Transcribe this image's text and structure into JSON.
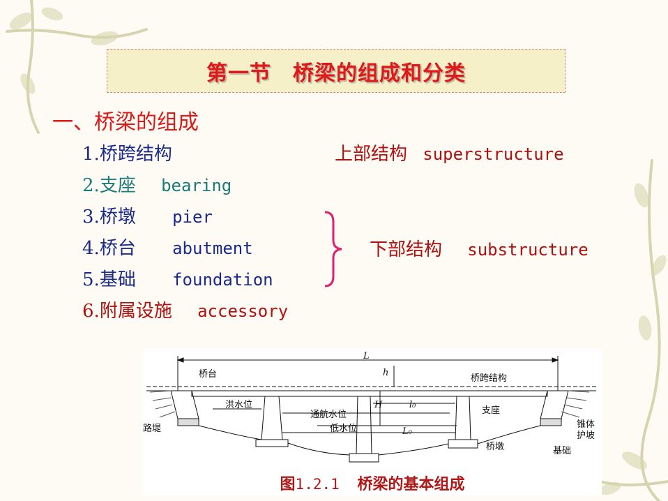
{
  "title": "第一节　桥梁的组成和分类",
  "section_heading": "一、桥梁的组成",
  "items": [
    {
      "num": "1.",
      "zh": "桥跨结构",
      "en": ""
    },
    {
      "num": "2.",
      "zh": "支座",
      "en": "bearing"
    },
    {
      "num": "3.",
      "zh": "桥墩",
      "en": "pier"
    },
    {
      "num": "4.",
      "zh": "桥台",
      "en": "abutment"
    },
    {
      "num": "5.",
      "zh": "基础",
      "en": "foundation"
    },
    {
      "num": "6.",
      "zh": "附属设施",
      "en": "accessory"
    }
  ],
  "superstructure": {
    "zh": "上部结构",
    "en": "superstructure"
  },
  "substructure": {
    "zh": "下部结构",
    "en": "substructure"
  },
  "figure": {
    "caption_prefix": "图",
    "caption_num": "1.2.1",
    "caption_text": "桥梁的基本组成",
    "labels": {
      "abutment": "桥台",
      "span_structure": "桥跨结构",
      "flood_level": "洪水位",
      "navigation_level": "通航水位",
      "low_level": "低水位",
      "bearing": "支座",
      "embankment": "路堤",
      "cone_slope_1": "锥体",
      "cone_slope_2": "护坡",
      "pier": "桥墩",
      "foundation": "基础",
      "dim_L": "L",
      "dim_h": "h",
      "dim_H": "H",
      "dim_l0": "l₀",
      "dim_L0": "L₀"
    }
  },
  "colors": {
    "title_red": "#e01818",
    "item_blue": "#1a2a8c",
    "item_teal": "#1a7a7a",
    "item_red": "#b01010",
    "brace": "#e0206a"
  }
}
